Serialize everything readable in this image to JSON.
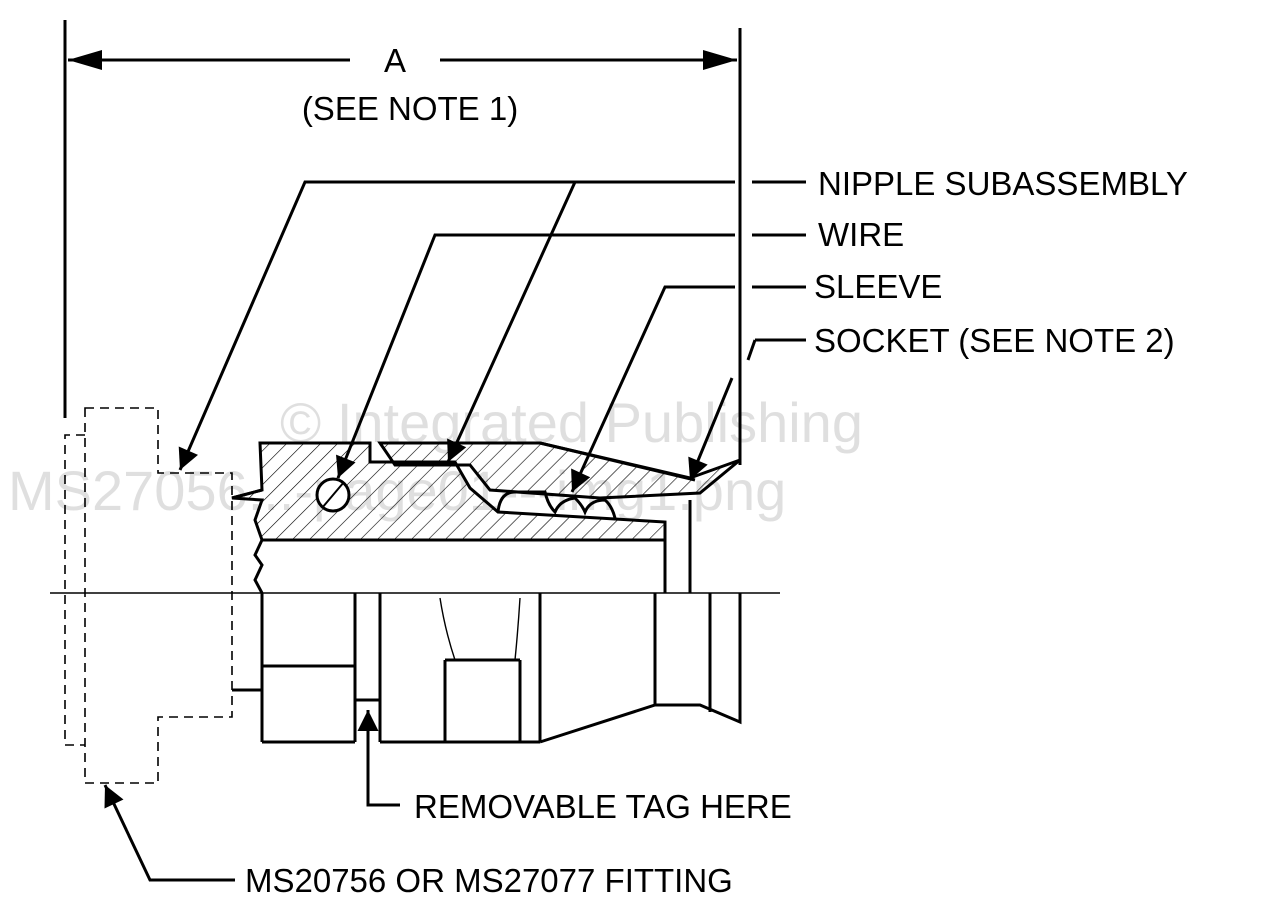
{
  "dimension": {
    "letter": "A",
    "note": "(SEE NOTE 1)"
  },
  "labels": {
    "nipple": "NIPPLE SUBASSEMBLY",
    "wire": "WIRE",
    "sleeve": "SLEEVE",
    "socket": "SOCKET (SEE NOTE 2)",
    "tag": "REMOVABLE TAG HERE",
    "fitting": "MS20756 OR MS27077 FITTING"
  },
  "watermark": {
    "line1": "© Integrated Publishing",
    "line2": "MS27056...-page01---img1.png"
  }
}
